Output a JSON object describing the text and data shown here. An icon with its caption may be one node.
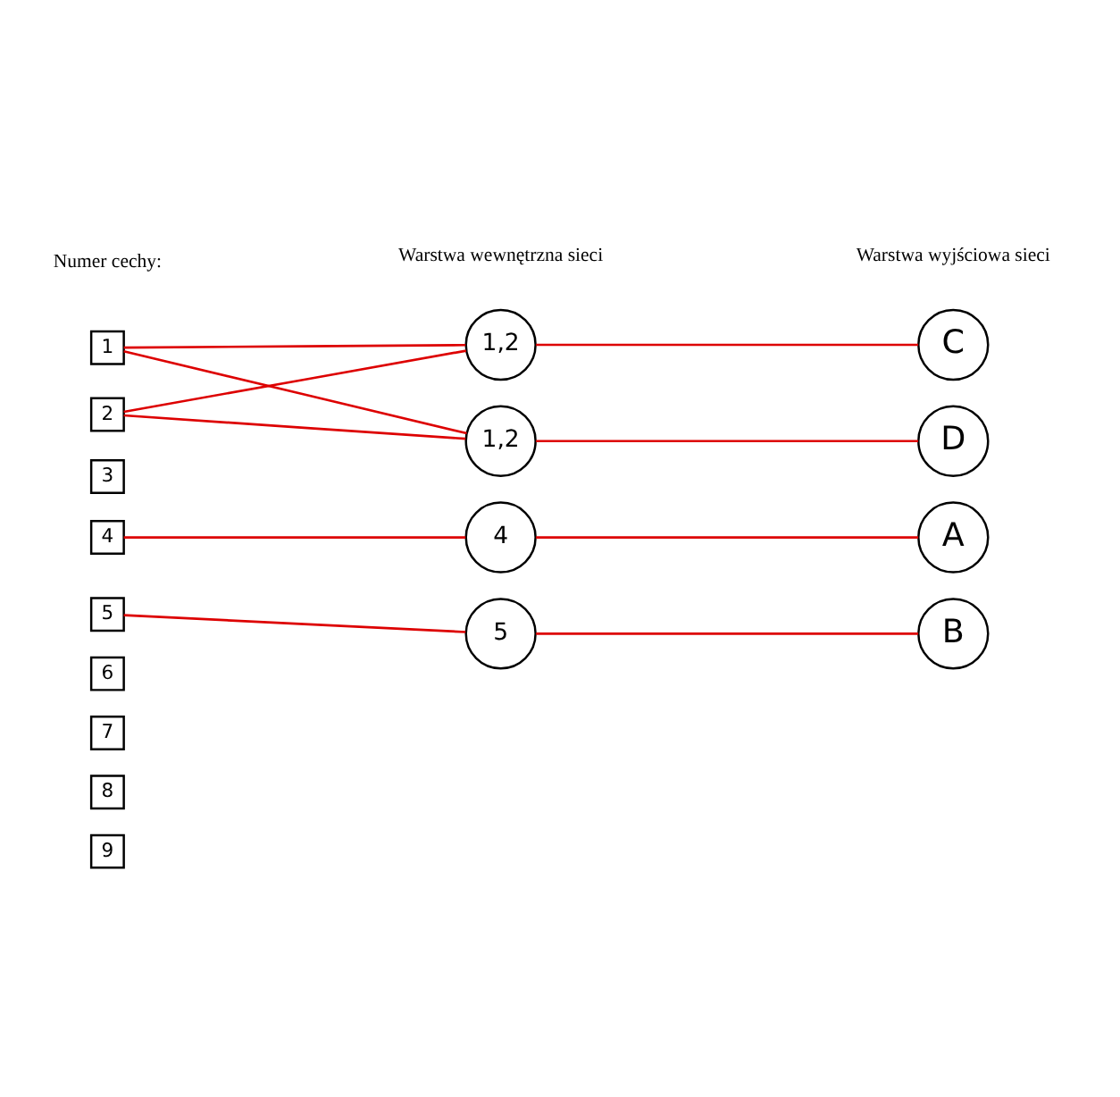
{
  "diagram": {
    "nodes": [
      {
        "text": [
          "1"
        ]
      },
      {
        "text": [
          "2"
        ]
      },
      {
        "text": [
          "3"
        ]
      },
      {
        "text": [
          "4"
        ]
      },
      {
        "text": [
          "5"
        ]
      },
      {
        "text": [
          "6"
        ]
      },
      {
        "text": [
          "7"
        ]
      },
      {
        "text": [
          "8"
        ]
      },
      {
        "text": [
          "9"
        ]
      },
      {
        "text": [
          "1,2"
        ]
      },
      {
        "text": [
          "1,2"
        ]
      },
      {
        "text": [
          "4"
        ]
      },
      {
        "text": [
          "5"
        ]
      },
      {
        "text": [
          "C"
        ]
      },
      {
        "text": [
          "D"
        ]
      },
      {
        "text": [
          "A"
        ]
      },
      {
        "text": [
          "B"
        ]
      }
    ],
    "edges": [
      {
        "from": 0,
        "to": 9,
        "arrow": "none"
      },
      {
        "from": 1,
        "to": 9,
        "arrow": "none"
      },
      {
        "from": 0,
        "to": 10,
        "arrow": "none"
      },
      {
        "from": 1,
        "to": 10,
        "arrow": "none"
      },
      {
        "from": 3,
        "to": 11,
        "arrow": "none"
      },
      {
        "from": 4,
        "to": 12,
        "arrow": "none"
      },
      {
        "from": 9,
        "to": 13,
        "arrow": "none"
      },
      {
        "from": 10,
        "to": 14,
        "arrow": "none"
      },
      {
        "from": 11,
        "to": 15,
        "arrow": "none"
      },
      {
        "from": 12,
        "to": 16,
        "arrow": "none"
      }
    ],
    "labels": [
      "Numer cechy:",
      "Warstwa wewnętrzna sieci",
      "Warstwa wyjściowa sieci"
    ]
  }
}
